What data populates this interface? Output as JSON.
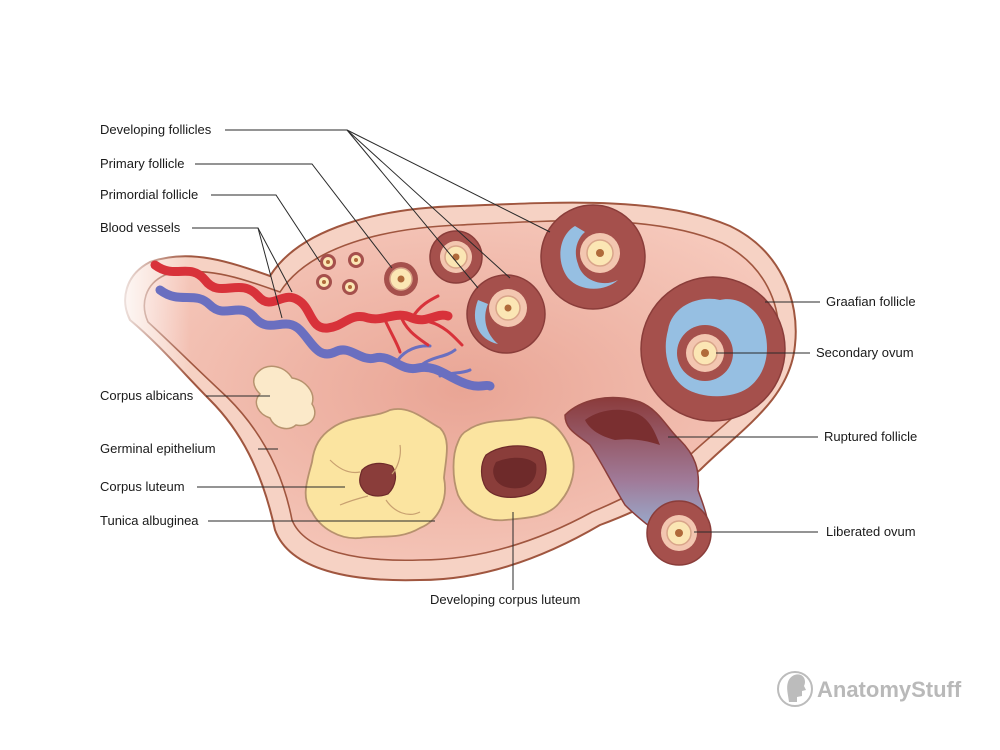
{
  "labels": {
    "developing_follicles": "Developing follicles",
    "primary_follicle": "Primary follicle",
    "primordial_follicle": "Primordial follicle",
    "blood_vessels": "Blood vessels",
    "corpus_albicans": "Corpus albicans",
    "germinal_epithelium": "Germinal epithelium",
    "corpus_luteum": "Corpus luteum",
    "tunica_albuginea": "Tunica albuginea",
    "developing_corpus_luteum": "Developing corpus luteum",
    "graafian_follicle": "Graafian follicle",
    "secondary_ovum": "Secondary ovum",
    "ruptured_follicle": "Ruptured follicle",
    "liberated_ovum": "Liberated ovum"
  },
  "brand": {
    "name": "AnatomyStuff",
    "icon": "anatomy-head-icon"
  },
  "colors": {
    "stroma": "#f0b4a4",
    "capsule": "#f6d2c4",
    "outline": "#a0563f",
    "follicle_wall": "#a5504c",
    "antrum": "#96bfe2",
    "ovum": "#fbe6b4",
    "nucleus": "#b06a3a",
    "corpus_luteum": "#fbe4a0",
    "artery": "#d8323a",
    "vein": "#6a6fc0"
  }
}
